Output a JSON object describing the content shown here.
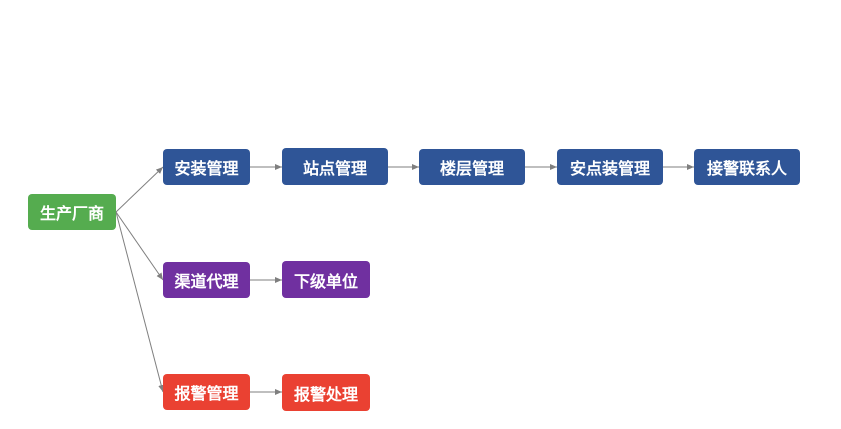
{
  "colors": {
    "root": "#55ac4f",
    "install_branch": "#2f5597",
    "channel_branch": "#7030a0",
    "alarm_branch": "#ea4132",
    "connector": "#7f7f7f"
  },
  "nodes": {
    "root": "生产厂商",
    "install_management": "安装管理",
    "site_management": "站点管理",
    "floor_management": "楼层管理",
    "point_install_management": "安点装管理",
    "alarm_contact": "接警联系人",
    "channel_agent": "渠道代理",
    "subordinate_unit": "下级单位",
    "alarm_management": "报警管理",
    "alarm_handling": "报警处理"
  }
}
